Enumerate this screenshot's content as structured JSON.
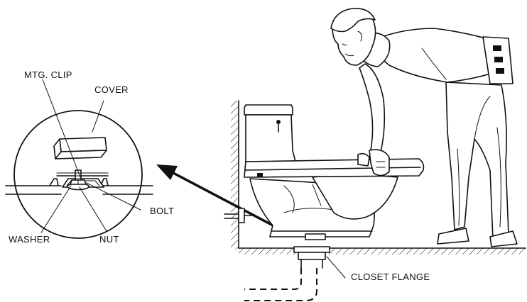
{
  "labels": {
    "mtg_clip": "MTG. CLIP",
    "cover": "COVER",
    "bolt": "BOLT",
    "washer": "WASHER",
    "nut": "NUT",
    "closet_flange": "CLOSET FLANGE"
  }
}
